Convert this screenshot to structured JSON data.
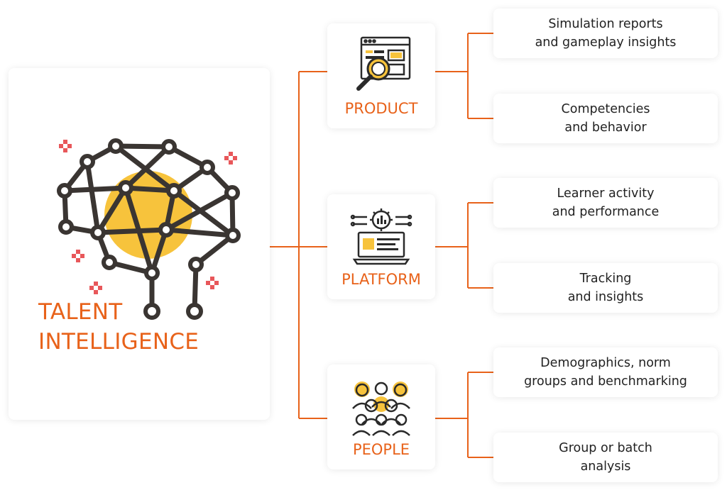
{
  "main": {
    "title_line1": "TALENT",
    "title_line2": "INTELLIGENCE"
  },
  "categories": [
    {
      "label": "PRODUCT",
      "icon": "dashboard-magnifier-icon",
      "items": [
        "Simulation reports\nand gameplay insights",
        "Competencies\nand behavior"
      ]
    },
    {
      "label": "PLATFORM",
      "icon": "laptop-gear-icon",
      "items": [
        "Learner activity\nand performance",
        "Tracking\nand insights"
      ]
    },
    {
      "label": "PEOPLE",
      "icon": "people-group-icon",
      "items": [
        "Demographics, norm\ngroups and benchmarking",
        "Group or batch\nanalysis"
      ]
    }
  ],
  "colors": {
    "accent": "#e8621a",
    "highlight": "#f7c33c",
    "network": "#3a3532",
    "sparkle": "#e8575a"
  }
}
